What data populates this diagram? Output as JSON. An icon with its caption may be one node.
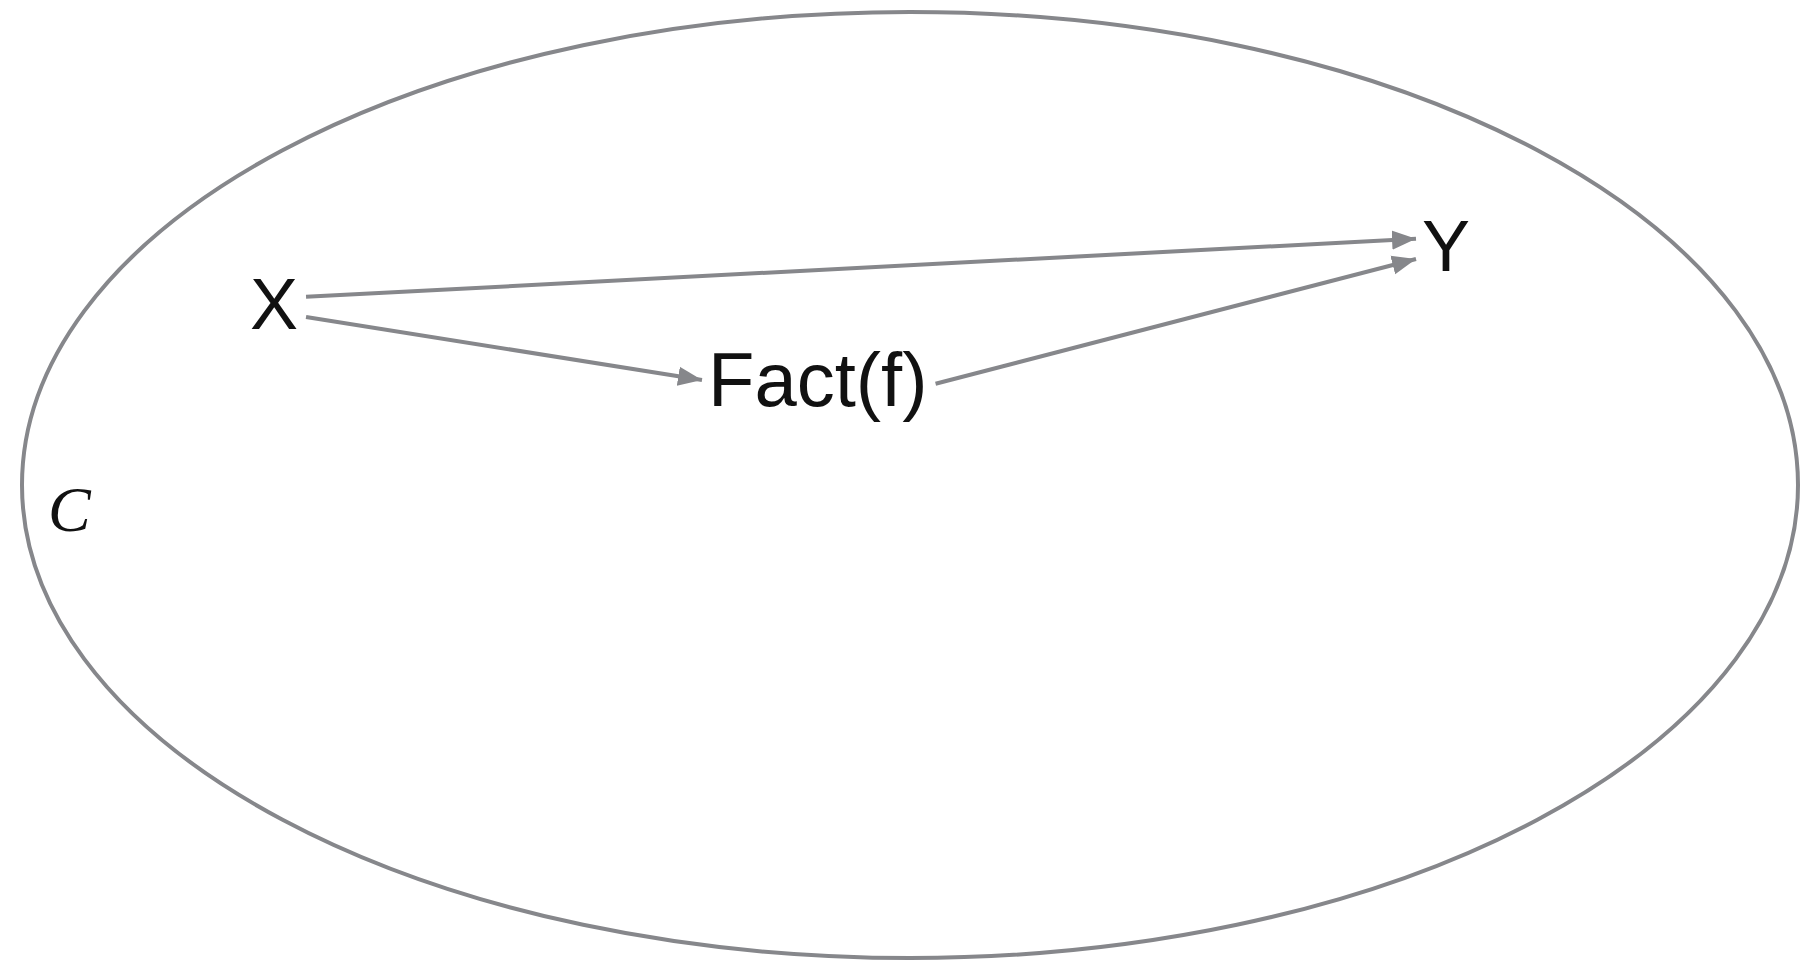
{
  "diagram": {
    "nodes": [
      {
        "text": [
          "C"
        ]
      },
      {
        "text": [
          "X"
        ],
        "in": 0
      },
      {
        "text": [
          "Fact(f)"
        ],
        "in": 0
      },
      {
        "text": [
          "Y"
        ],
        "in": 0
      }
    ],
    "edges": [
      {
        "from": 1,
        "to": 3,
        "arrow": "to"
      },
      {
        "from": 1,
        "to": 2,
        "arrow": "to"
      },
      {
        "from": 2,
        "to": 3,
        "arrow": "to"
      }
    ]
  }
}
